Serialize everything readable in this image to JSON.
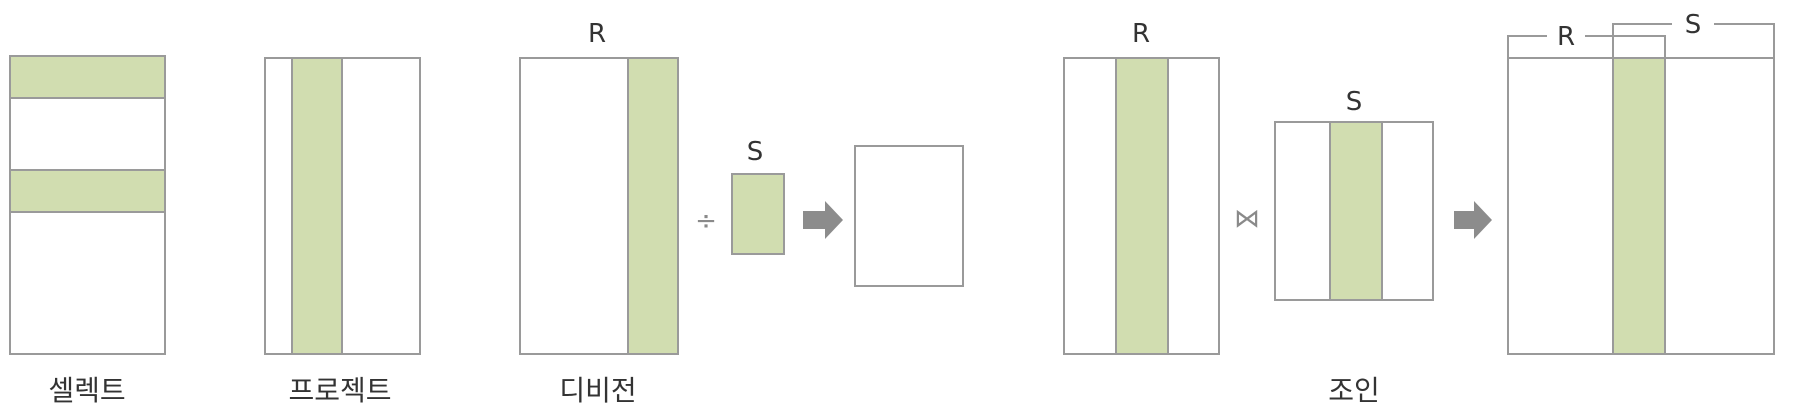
{
  "labels": {
    "select": "셀렉트",
    "project": "프로젝트",
    "divide": "디비전",
    "join": "조인"
  },
  "relations": {
    "divide_r": "R",
    "divide_s": "S",
    "join_r": "R",
    "join_s": "S",
    "result_r": "R",
    "result_s": "S"
  },
  "operators": {
    "divide": "÷",
    "join": "⋈"
  },
  "colors": {
    "highlight": "#d1ddb0",
    "border": "#9a9a9a",
    "arrow": "#8c8c8c"
  }
}
